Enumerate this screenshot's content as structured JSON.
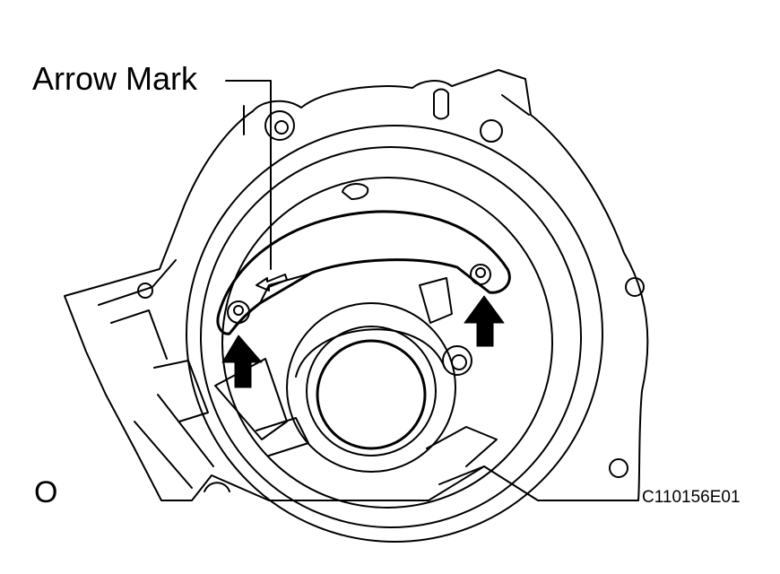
{
  "callout": {
    "label": "Arrow Mark"
  },
  "corner_mark": "O",
  "figure_code": "C110156E01",
  "colors": {
    "ink": "#000000",
    "paper": "#ffffff"
  }
}
